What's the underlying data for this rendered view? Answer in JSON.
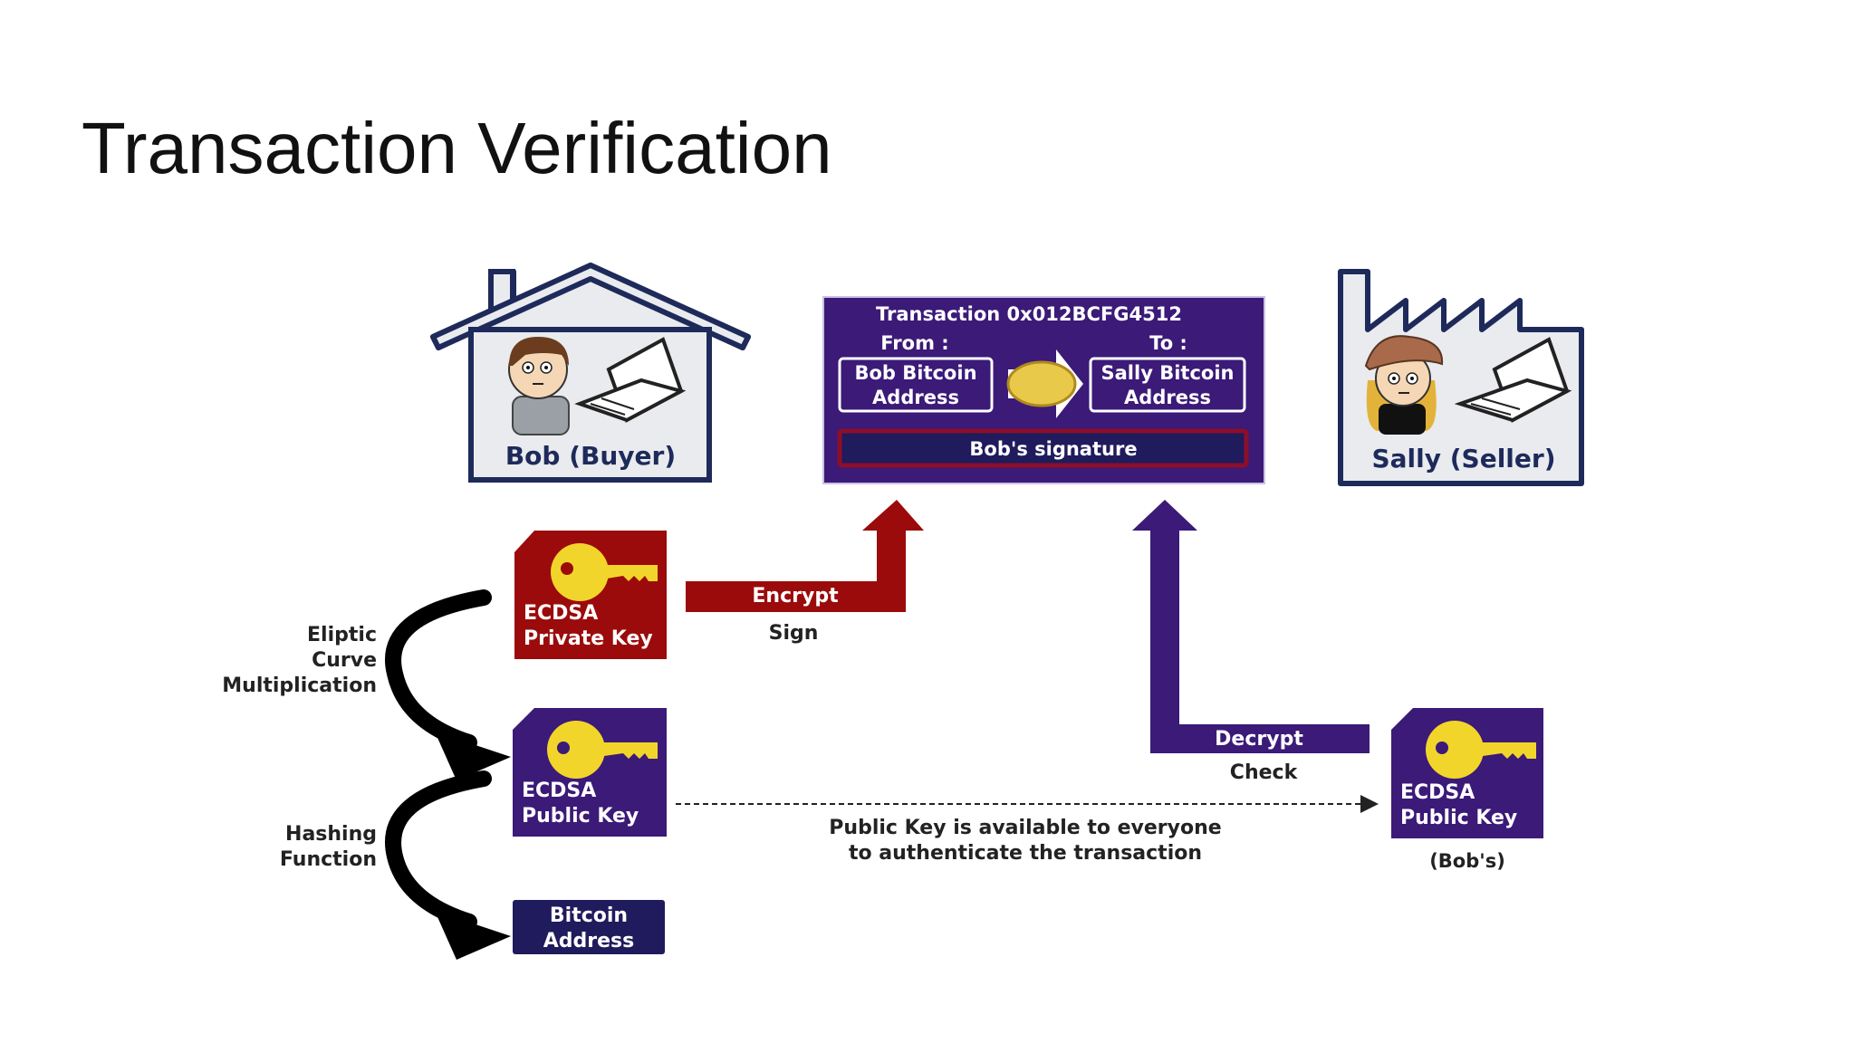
{
  "slide": {
    "title": "Transaction Verification"
  },
  "bob": {
    "label": "Bob (Buyer)"
  },
  "sally": {
    "label": "Sally (Seller)"
  },
  "transaction": {
    "title": "Transaction 0x012BCFG4512",
    "from_label": "From :",
    "to_label": "To :",
    "from_address": [
      "Bob Bitcoin",
      "Address"
    ],
    "to_address": [
      "Sally Bitcoin",
      "Address"
    ],
    "signature": "Bob's signature"
  },
  "private_key": {
    "line1": "ECDSA",
    "line2": "Private Key"
  },
  "public_key": {
    "line1": "ECDSA",
    "line2": "Public Key"
  },
  "bitcoin_address": {
    "line1": "Bitcoin",
    "line2": "Address"
  },
  "sally_public_key": {
    "line1": "ECDSA",
    "line2": "Public Key",
    "owner": "(Bob's)"
  },
  "labels": {
    "elliptic": [
      "Eliptic",
      "Curve",
      "Multiplication"
    ],
    "hashing": [
      "Hashing",
      "Function"
    ],
    "encrypt": "Encrypt",
    "sign": "Sign",
    "decrypt": "Decrypt",
    "check": "Check",
    "public_note": [
      "Public Key is available to everyone",
      "to authenticate the transaction"
    ]
  },
  "colors": {
    "purple": "#3b1a78",
    "dark_navy": "#1f1b5c",
    "dark_red": "#9b0b0b",
    "gold": "#f2d52a",
    "outline": "#1e2a5a",
    "house_fill": "#e9ebef"
  }
}
